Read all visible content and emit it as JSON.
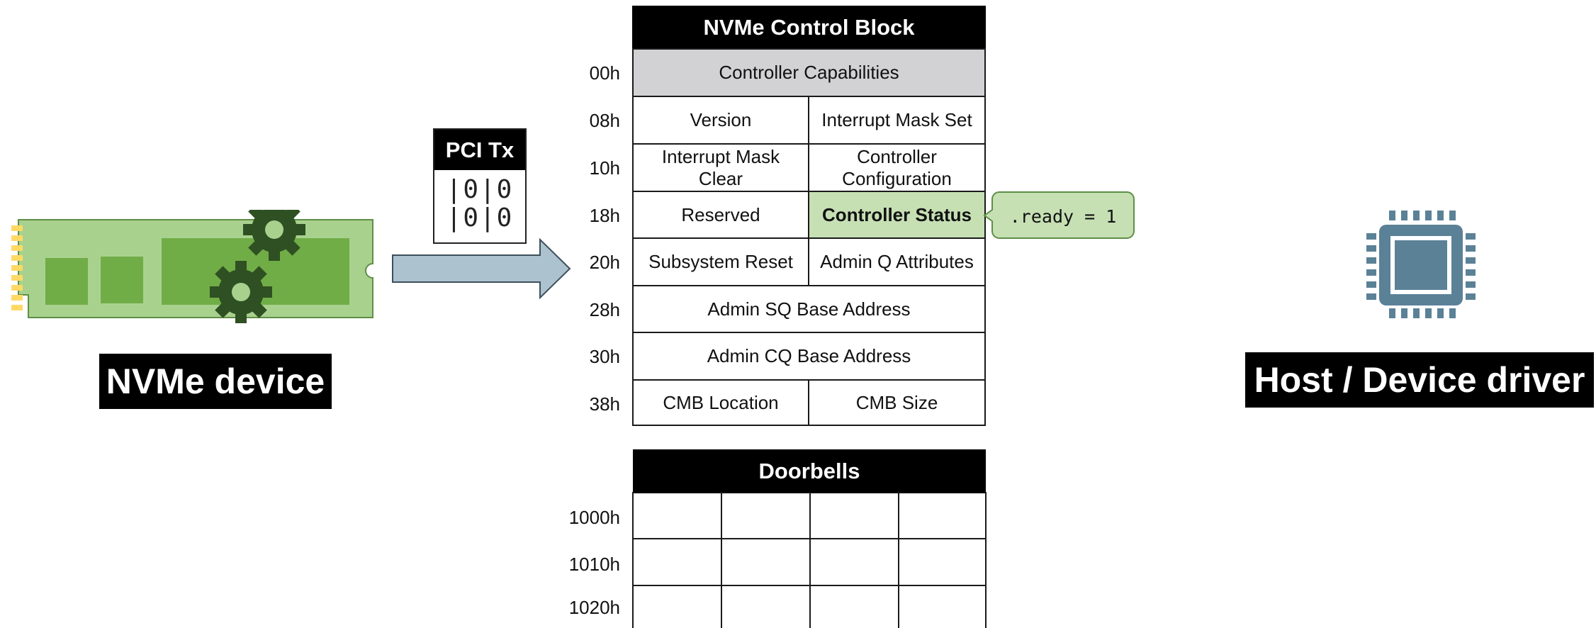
{
  "device": {
    "label": "NVMe device"
  },
  "host": {
    "label": "Host / Device driver"
  },
  "pci_tx": {
    "title": "PCI Tx",
    "bits": [
      "|0|0",
      "|0|0"
    ]
  },
  "control_block": {
    "title": "NVMe Control Block",
    "rows": [
      {
        "offset": "00h",
        "cells": [
          "Controller Capabilities"
        ]
      },
      {
        "offset": "08h",
        "cells": [
          "Version",
          "Interrupt Mask Set"
        ]
      },
      {
        "offset": "10h",
        "cells": [
          "Interrupt Mask Clear",
          "Controller Configuration"
        ]
      },
      {
        "offset": "18h",
        "cells": [
          "Reserved",
          "Controller Status"
        ]
      },
      {
        "offset": "20h",
        "cells": [
          "Subsystem Reset",
          "Admin Q Attributes"
        ]
      },
      {
        "offset": "28h",
        "cells": [
          "Admin SQ Base Address"
        ]
      },
      {
        "offset": "30h",
        "cells": [
          "Admin CQ Base Address"
        ]
      },
      {
        "offset": "38h",
        "cells": [
          "CMB Location",
          "CMB Size"
        ]
      }
    ]
  },
  "callout": {
    "text": ".ready = 1"
  },
  "doorbells": {
    "title": "Doorbells",
    "rows": [
      {
        "offset": "1000h"
      },
      {
        "offset": "1010h"
      },
      {
        "offset": "1020h"
      }
    ]
  },
  "colors": {
    "highlight_green": "#c6e0b4",
    "header_gray": "#d2d1d3",
    "pcb_green": "#a9d18e",
    "chip_blue": "#5b8197",
    "arrow_blue": "#adc2cf"
  }
}
